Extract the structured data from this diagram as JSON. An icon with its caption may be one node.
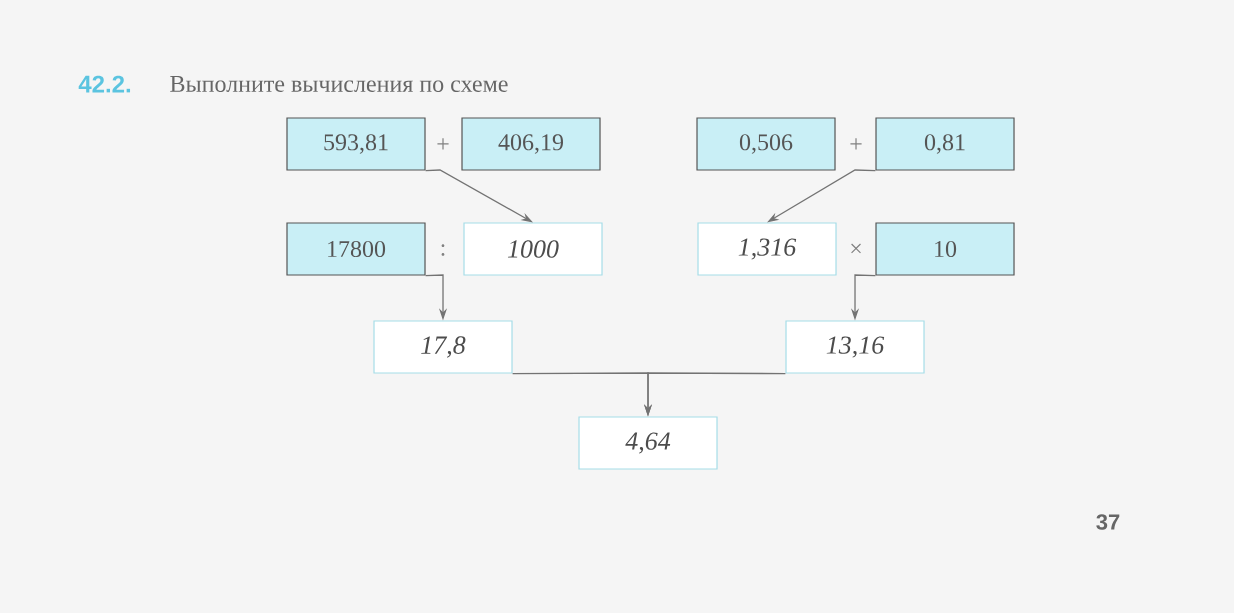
{
  "diagram": {
    "title": "Выполните вычисления по схеме",
    "nodes": [
      {
        "text": [
          "593,81"
        ]
      },
      {
        "text": [
          "406,19"
        ]
      },
      {
        "text": [
          "0,506"
        ]
      },
      {
        "text": [
          "0,81"
        ]
      },
      {
        "text": [
          "17800"
        ]
      },
      {
        "text": [
          "1000"
        ]
      },
      {
        "text": [
          "1,316"
        ]
      },
      {
        "text": [
          "10"
        ]
      },
      {
        "text": [
          "17,8"
        ]
      },
      {
        "text": [
          "13,16"
        ]
      },
      {
        "text": [
          "4,64"
        ]
      }
    ],
    "edges": [
      {
        "from": 0,
        "to": 5,
        "arrow": "to"
      },
      {
        "from": 3,
        "to": 6,
        "arrow": "to"
      },
      {
        "from": 4,
        "to": 8,
        "arrow": "to"
      },
      {
        "from": 7,
        "to": 9,
        "arrow": "to"
      },
      {
        "from": 8,
        "to": 10,
        "arrow": "to"
      },
      {
        "from": 9,
        "to": 10,
        "arrow": "to"
      }
    ],
    "labels": [
      "42.2.",
      "+",
      "+",
      ":",
      "×",
      "37"
    ]
  }
}
